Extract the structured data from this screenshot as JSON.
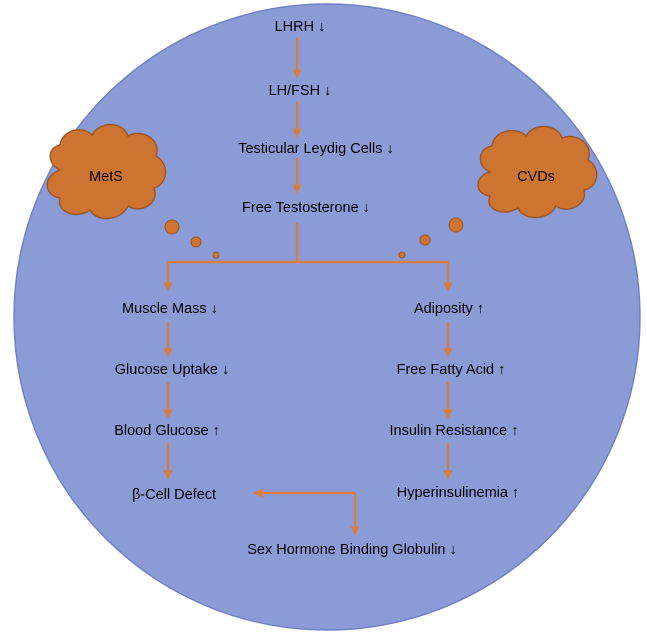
{
  "colors": {
    "background": "#ffffff",
    "circle_fill": "#8b9bd6",
    "circle_stroke": "#7182c4",
    "arrow": "#d97c3c",
    "cloud_fill": "#cd7432",
    "cloud_stroke": "#9c5522",
    "text": "#000000"
  },
  "nodes": {
    "lhrh": "LHRH ↓",
    "lh_fsh": "LH/FSH ↓",
    "leydig_cells": "Testicular Leydig Cells ↓",
    "free_testosterone": "Free Testosterone ↓",
    "muscle_mass": "Muscle Mass ↓",
    "glucose_uptake": "Glucose Uptake ↓",
    "blood_glucose": "Blood Glucose ↑",
    "beta_cell_defect": "β-Cell Defect",
    "adiposity": "Adiposity ↑",
    "free_fatty_acid": "Free Fatty Acid ↑",
    "insulin_resistance": "Insulin Resistance ↑",
    "hyperinsulinemia": "Hyperinsulinemia ↑",
    "shbg": "Sex Hormone Binding Globulin ↓"
  },
  "clouds": {
    "left": "MetS",
    "right": "CVDs"
  }
}
